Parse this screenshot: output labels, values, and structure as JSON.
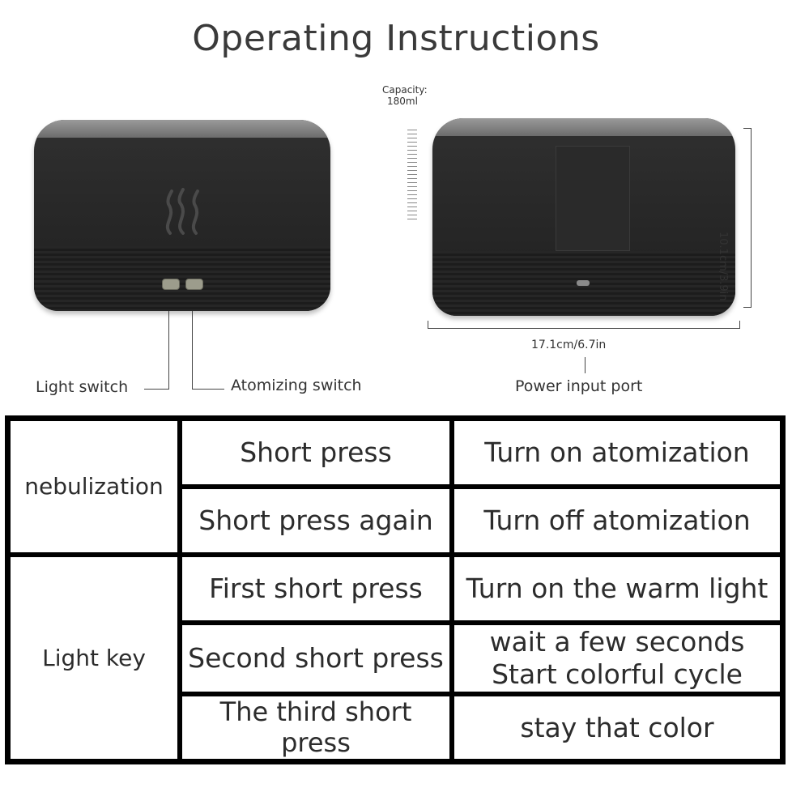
{
  "title": "Operating Instructions",
  "capacity": {
    "label": "Capacity:",
    "value": "180ml"
  },
  "labels": {
    "light_switch": "Light switch",
    "atomizing_switch": "Atomizing switch",
    "width": "17.1cm/6.7in",
    "height": "10.1cm/3.9in",
    "power_port": "Power input port"
  },
  "table": {
    "groups": [
      {
        "name": "nebulization",
        "rows": [
          {
            "action": "Short press",
            "result": "Turn on atomization"
          },
          {
            "action": "Short press again",
            "result": "Turn off atomization"
          }
        ]
      },
      {
        "name": "Light key",
        "rows": [
          {
            "action": "First short press",
            "result": "Turn on the warm light"
          },
          {
            "action": "Second short press",
            "result": "wait a few seconds",
            "result2": "Start colorful cycle"
          },
          {
            "action": "The third short press",
            "result": "stay that color"
          }
        ]
      }
    ]
  },
  "colors": {
    "device_body": "#262626",
    "device_lid": "#8a8a8a",
    "table_border": "#000000"
  }
}
